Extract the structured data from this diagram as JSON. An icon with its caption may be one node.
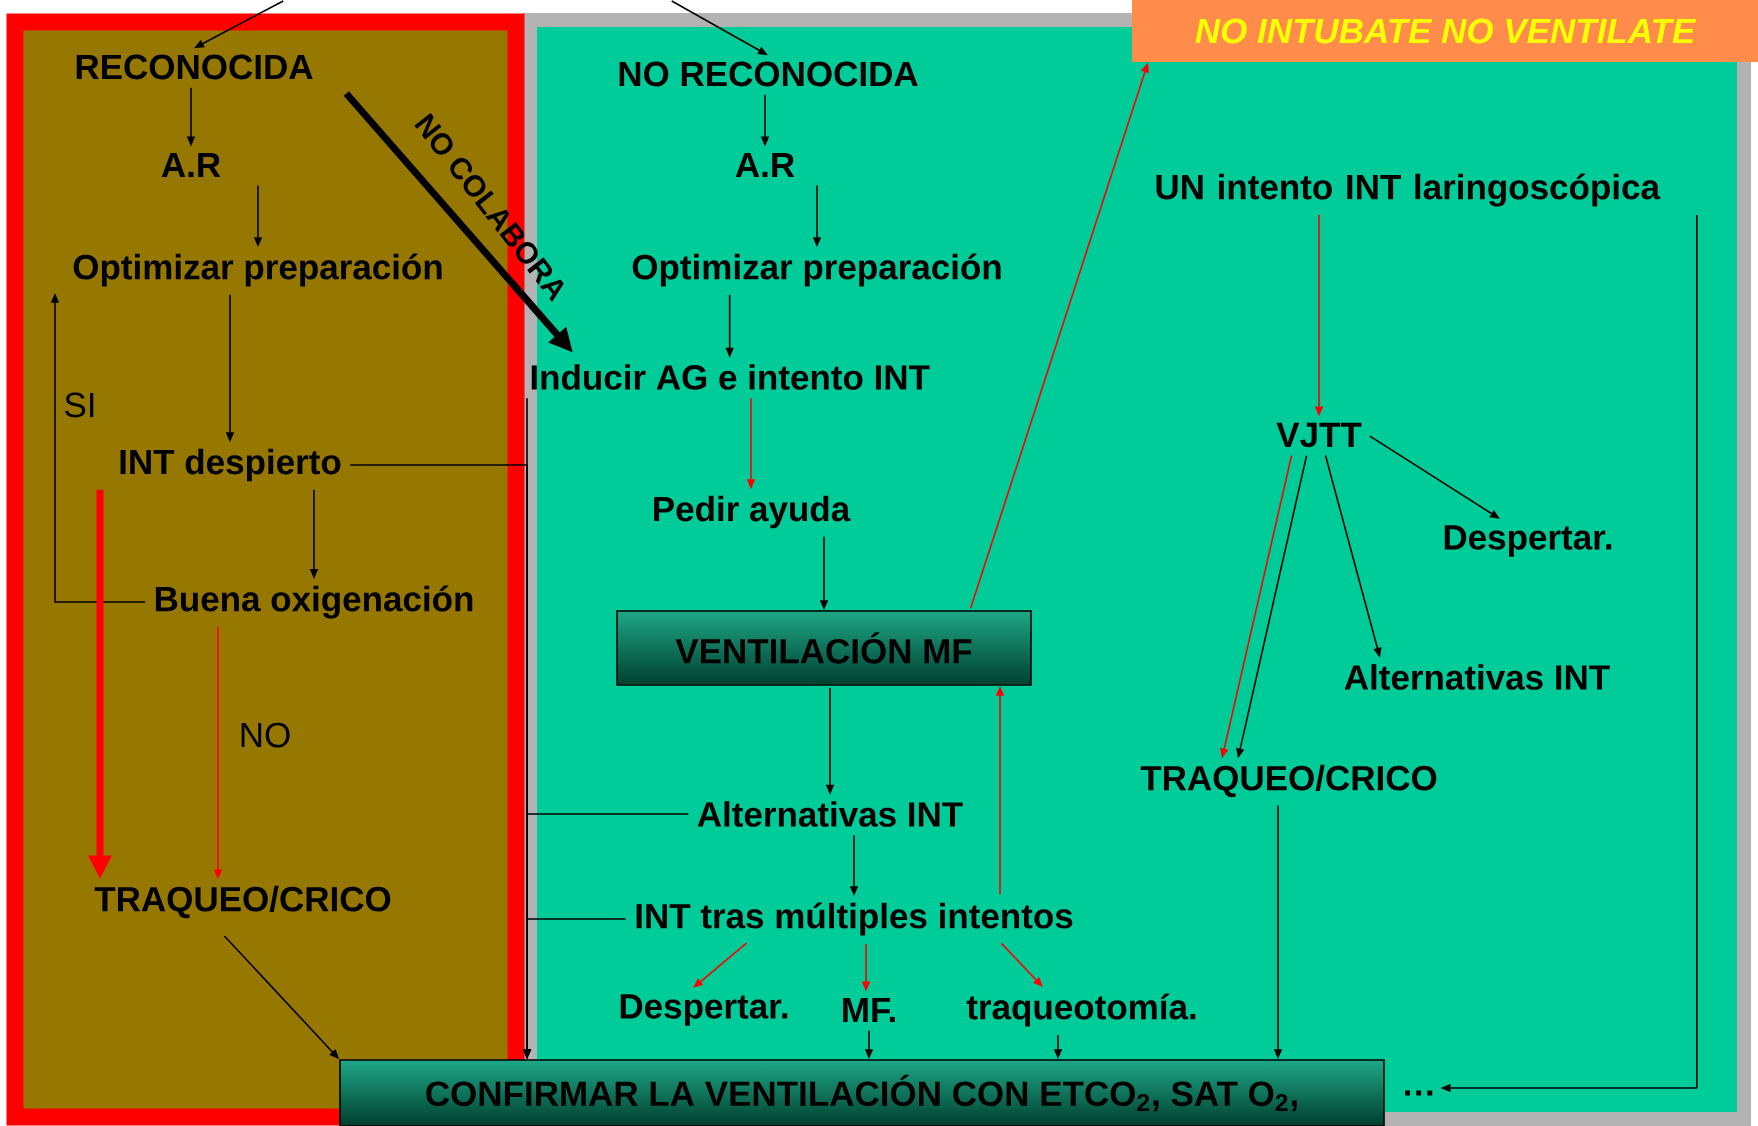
{
  "diagram": {
    "nodes": [
      {
        "text": [
          "RECONOCIDA"
        ]
      },
      {
        "text": [
          "A.R"
        ]
      },
      {
        "text": [
          "Optimizar preparación"
        ]
      },
      {
        "text": [
          "INT despierto"
        ]
      },
      {
        "text": [
          "Buena oxigenación"
        ]
      },
      {
        "text": [
          "TRAQUEO/CRICO"
        ]
      },
      {
        "text": [
          "NO RECONOCIDA"
        ]
      },
      {
        "text": [
          "A.R"
        ]
      },
      {
        "text": [
          "Optimizar preparación"
        ]
      },
      {
        "text": [
          "Inducir AG e intento INT"
        ]
      },
      {
        "text": [
          "Pedir ayuda"
        ]
      },
      {
        "text": [
          "VENTILACIÓN MF"
        ]
      },
      {
        "text": [
          "Alternativas INT"
        ]
      },
      {
        "text": [
          "INT tras múltiples intentos"
        ]
      },
      {
        "text": [
          "Despertar."
        ]
      },
      {
        "text": [
          "MF."
        ]
      },
      {
        "text": [
          "traqueotomía."
        ]
      },
      {
        "text": [
          "CONFIRMAR LA VENTILACIÓN CON ETCO$_{2}$, SAT O$_{2}$,"
        ],
        "beside": [
          "…"
        ]
      },
      {
        "text": [
          "NO INTUBATE NO VENTILATE"
        ]
      },
      {
        "text": [
          "UN intento INT laringoscópica"
        ]
      },
      {
        "text": [
          "VJTT"
        ]
      },
      {
        "text": [
          "Despertar."
        ]
      },
      {
        "text": [
          "Alternativas INT"
        ]
      },
      {
        "text": [
          "TRAQUEO/CRICO"
        ]
      }
    ],
    "edges": [
      {
        "from": null,
        "to": 0,
        "arrow": "to"
      },
      {
        "from": null,
        "to": 6,
        "arrow": "to"
      },
      {
        "from": 0,
        "to": 1,
        "arrow": "to"
      },
      {
        "from": 1,
        "to": 2,
        "arrow": "to"
      },
      {
        "from": 2,
        "to": 3,
        "arrow": "to"
      },
      {
        "from": 3,
        "to": 4,
        "arrow": "to"
      },
      {
        "from": 4,
        "to": 2,
        "arrow": "to",
        "label": "SI"
      },
      {
        "from": 4,
        "to": 5,
        "arrow": "to",
        "label": "NO",
        "color": "#ff0000"
      },
      {
        "from": 3,
        "to": 5,
        "arrow": "to",
        "style": "thick",
        "color": "#ff0000"
      },
      {
        "from": 0,
        "to": 9,
        "arrow": "to",
        "label": "NO COLABORA",
        "style": "thick"
      },
      {
        "from": 5,
        "to": 17,
        "arrow": "to"
      },
      {
        "from": 9,
        "to": 17,
        "arrow": "to"
      },
      {
        "from": 3,
        "to": 17,
        "arrow": "to"
      },
      {
        "from": 12,
        "to": 17,
        "arrow": "to"
      },
      {
        "from": 13,
        "to": 17,
        "arrow": "to"
      },
      {
        "from": 6,
        "to": 7,
        "arrow": "to"
      },
      {
        "from": 7,
        "to": 8,
        "arrow": "to"
      },
      {
        "from": 8,
        "to": 9,
        "arrow": "to"
      },
      {
        "from": 9,
        "to": 10,
        "arrow": "to",
        "color": "#ff0000"
      },
      {
        "from": 10,
        "to": 11,
        "arrow": "to"
      },
      {
        "from": 11,
        "to": 12,
        "arrow": "to"
      },
      {
        "from": 12,
        "to": 13,
        "arrow": "to"
      },
      {
        "from": 13,
        "to": 11,
        "arrow": "to",
        "color": "#ff0000"
      },
      {
        "from": 11,
        "to": 18,
        "arrow": "to",
        "color": "#ff0000"
      },
      {
        "from": 13,
        "to": 14,
        "arrow": "to",
        "color": "#ff0000"
      },
      {
        "from": 13,
        "to": 15,
        "arrow": "to",
        "color": "#ff0000"
      },
      {
        "from": 13,
        "to": 16,
        "arrow": "to",
        "color": "#ff0000"
      },
      {
        "from": 15,
        "to": 17,
        "arrow": "to"
      },
      {
        "from": 16,
        "to": 17,
        "arrow": "to"
      },
      {
        "from": 19,
        "to": 20,
        "arrow": "to",
        "color": "#ff0000"
      },
      {
        "from": 20,
        "to": 21,
        "arrow": "to"
      },
      {
        "from": 20,
        "to": 22,
        "arrow": "to"
      },
      {
        "from": 20,
        "to": 23,
        "arrow": "to",
        "color": "#ff0000"
      },
      {
        "from": 20,
        "to": 23,
        "arrow": "to"
      },
      {
        "from": 23,
        "to": 17,
        "arrow": "to"
      },
      {
        "from": 19,
        "to": 17,
        "arrow": "to"
      }
    ]
  }
}
